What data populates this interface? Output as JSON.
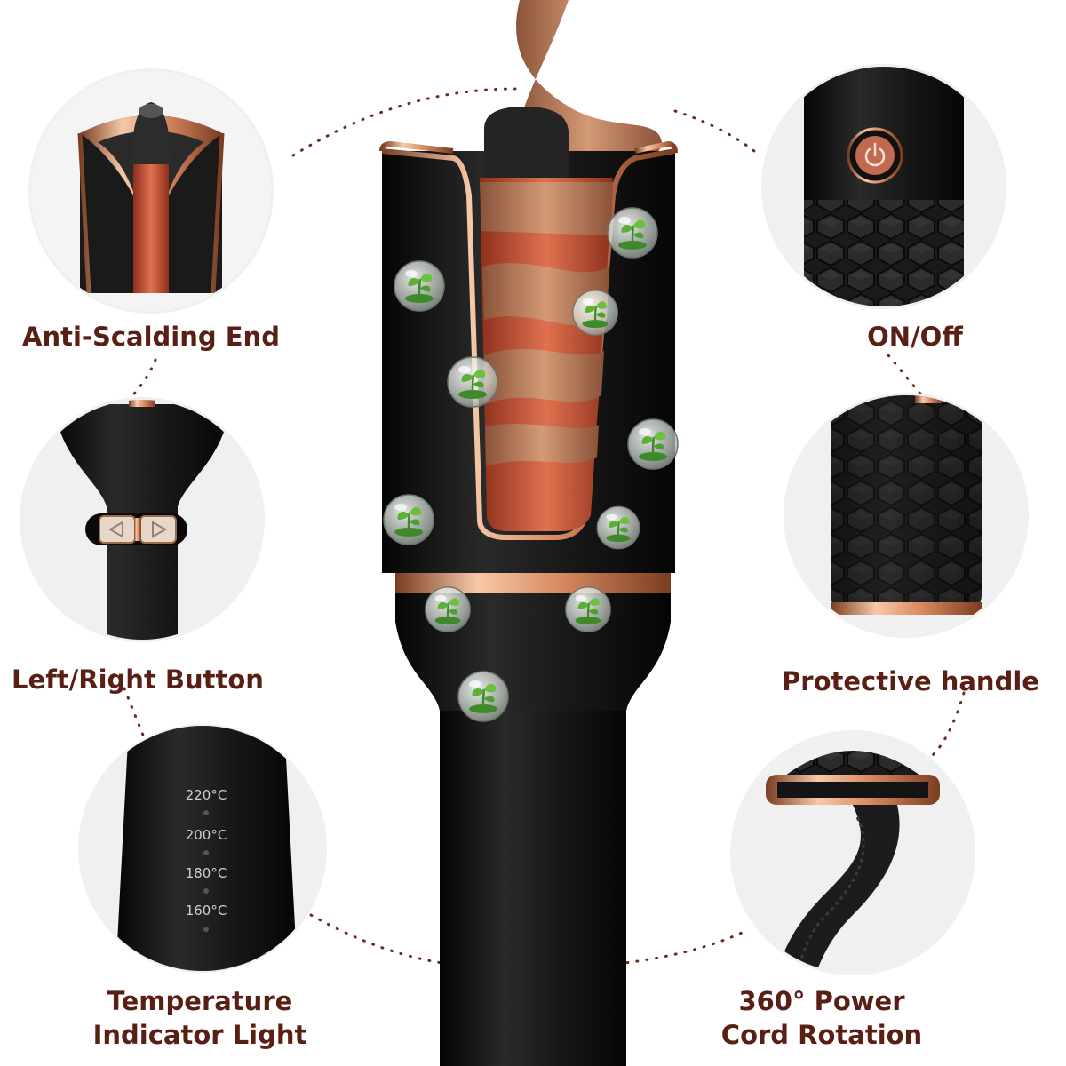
{
  "features": {
    "anti_scalding": "Anti-Scalding End",
    "on_off": "ON/Off",
    "left_right": "Left/Right Button",
    "protective_handle": "Protective handle",
    "temperature_line1": "Temperature",
    "temperature_line2": "Indicator Light",
    "cord_line1": "360° Power",
    "cord_line2": "Cord Rotation"
  },
  "temperatures": [
    "220°C",
    "200°C",
    "180°C",
    "160°C"
  ],
  "colors": {
    "label": "#5a1f14",
    "rose_gold": "#e8a07a",
    "body": "#161616",
    "hair": "#b57a58"
  },
  "icons": [
    "power-icon",
    "left-arrow-icon",
    "right-arrow-icon",
    "leaf-bubble-icon"
  ]
}
